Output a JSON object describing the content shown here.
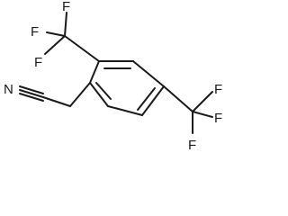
{
  "structure": {
    "atom_labels": {
      "f_top": "F",
      "f_left_upper": "F",
      "f_left_lower": "F",
      "nitrogen": "N",
      "f_right_upper": "F",
      "f_right_lower": "F",
      "f_bottom": "F"
    },
    "colors": {
      "ink": "#1a1a1a",
      "background": "#ffffff"
    }
  }
}
